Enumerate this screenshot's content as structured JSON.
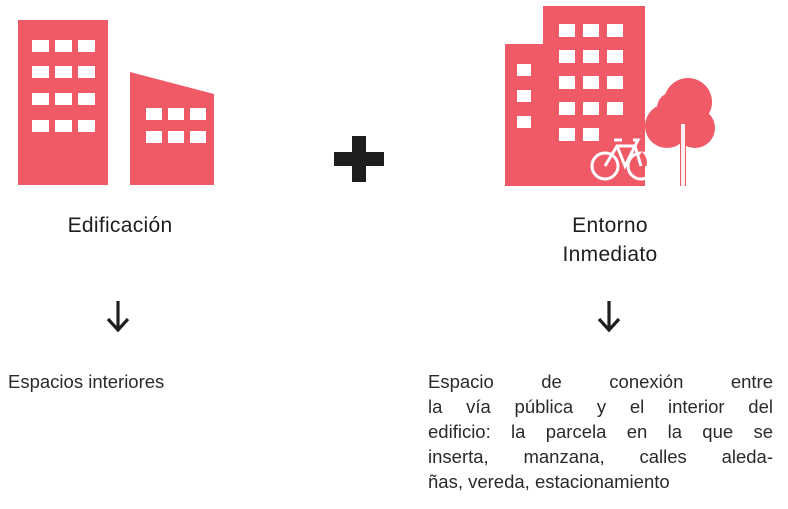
{
  "colors": {
    "accent": "#f05a67",
    "text": "#1e1e1e"
  },
  "left": {
    "icon": "buildings-icon",
    "title": "Edificación",
    "arrow": "↓",
    "description": "Espacios interiores"
  },
  "plus": "+",
  "right": {
    "icon": "buildings-tree-bicycle-icon",
    "title_line1": "Entorno",
    "title_line2": "Inmediato",
    "arrow": "↓",
    "description_lines": [
      "Espacio de conexión entre",
      "la vía pública y el interior del",
      "edificio: la parcela en la que se",
      "inserta, manzana, calles aleda-",
      "ñas, vereda, estacionamiento"
    ]
  }
}
